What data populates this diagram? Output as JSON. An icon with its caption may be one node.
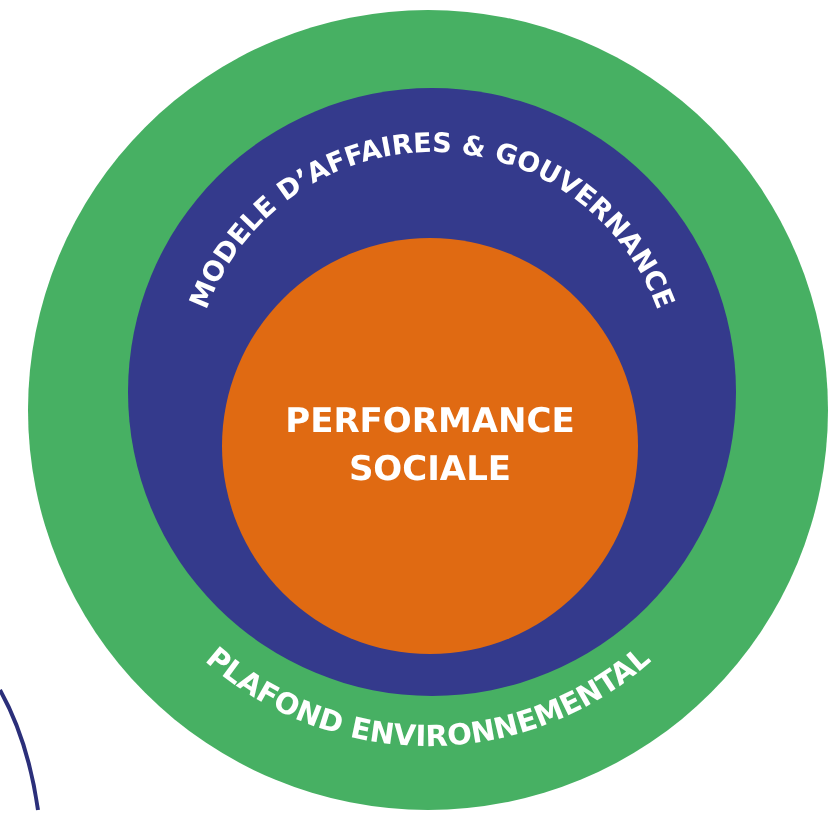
{
  "diagram": {
    "nodes": [
      {
        "text": [
          "PLAFOND ENVIRONNEMENTAL"
        ]
      },
      {
        "text": [
          "MODELE D’AFFAIRES & GOUVERNANCE"
        ],
        "in": 0
      },
      {
        "text": [
          "PERFORMANCE SOCIALE"
        ],
        "in": 1
      }
    ]
  }
}
